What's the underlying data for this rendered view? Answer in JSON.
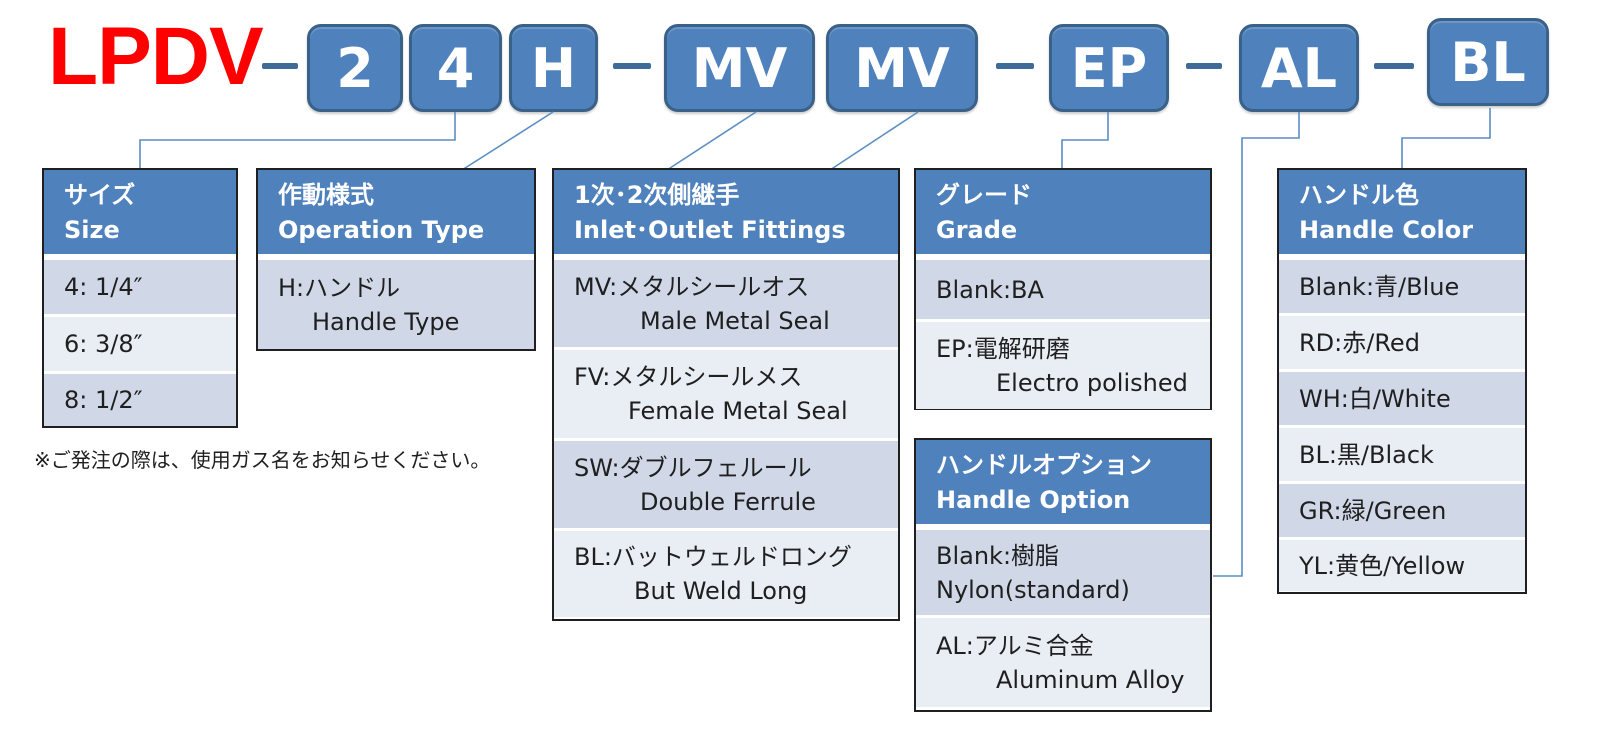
{
  "prefix": "LPDV",
  "codes": {
    "c1": "2",
    "c2": "4",
    "c3": "H",
    "c4": "MV",
    "c5": "MV",
    "c6": "EP",
    "c7": "AL",
    "c8": "BL"
  },
  "size": {
    "title_jp": "サイズ",
    "title_en": "Size",
    "rows": [
      "4:  1/4″",
      "6:  3/8″",
      "8:  1/2″"
    ]
  },
  "note": "※ご発注の際は、使用ガス名をお知らせください。",
  "operation": {
    "title_jp": "作動様式",
    "title_en": "Operation Type",
    "rows": [
      {
        "jp": "H:ハンドル",
        "en": "Handle Type"
      }
    ]
  },
  "fittings": {
    "title_jp": "1次･2次側継手",
    "title_en": "Inlet･Outlet Fittings",
    "rows": [
      {
        "jp": "MV:メタルシールオス",
        "en": "Male Metal Seal"
      },
      {
        "jp": "FV:メタルシールメス",
        "en": "Female Metal Seal"
      },
      {
        "jp": "SW:ダブルフェルール",
        "en": "Double Ferrule"
      },
      {
        "jp": "BL:バットウェルドロング",
        "en": "But Weld Long"
      }
    ]
  },
  "grade": {
    "title_jp": "グレード",
    "title_en": "Grade",
    "rows": [
      {
        "jp": "Blank:BA",
        "en": ""
      },
      {
        "jp": "EP:電解研磨",
        "en": "Electro polished"
      }
    ]
  },
  "handle_option": {
    "title_jp": "ハンドルオプション",
    "title_en": "Handle Option",
    "rows": [
      {
        "jp": "Blank:樹脂",
        "en": "Nylon(standard)"
      },
      {
        "jp": "AL:アルミ合金",
        "en": "Aluminum Alloy"
      }
    ]
  },
  "handle_color": {
    "title_jp": "ハンドル色",
    "title_en": "Handle Color",
    "rows": [
      "Blank:青/Blue",
      "RD:赤/Red",
      "WH:白/White",
      "BL:黒/Black",
      "GR:緑/Green",
      "YL:黄色/Yellow"
    ]
  },
  "colors": {
    "accent": "#4f81bd",
    "row_dark": "#d0d8e8",
    "row_light": "#e9edf4",
    "prefix": "#ff0000"
  }
}
